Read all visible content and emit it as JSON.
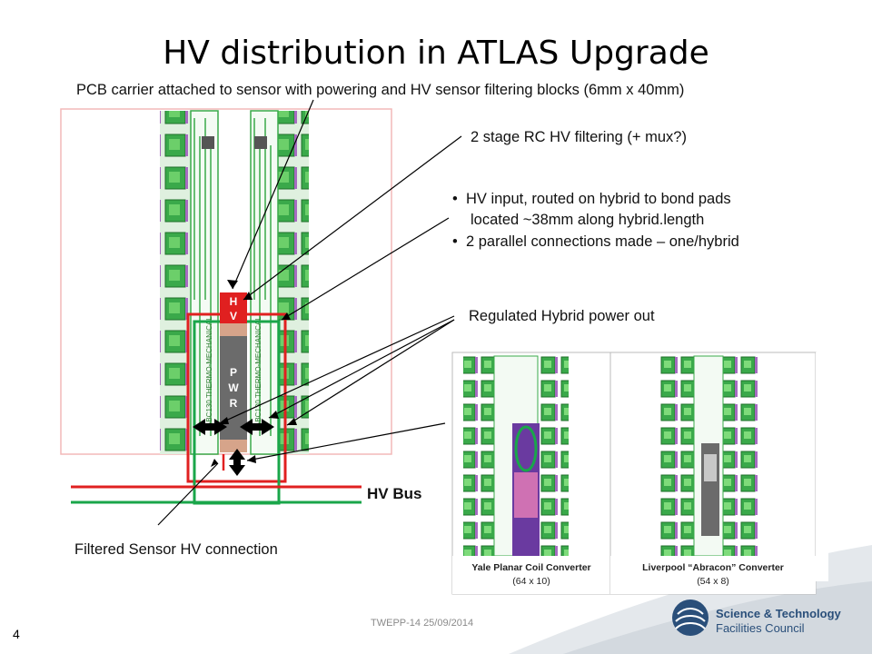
{
  "slide": {
    "title": "HV distribution in ATLAS Upgrade",
    "page_number": "4",
    "footer": "TWEPP-14 25/09/2014"
  },
  "captions": {
    "pcb_carrier": "PCB carrier attached to sensor with powering and HV sensor filtering blocks (6mm x 40mm)",
    "rc_filter": "2 stage RC HV filtering (+ mux?)",
    "hv_input_1": "HV input, routed on hybrid to bond pads",
    "hv_input_2": "located ~38mm along hybrid.length",
    "parallel": "2 parallel connections made – one/hybrid",
    "regulated": "Regulated Hybrid power out",
    "filtered": "Filtered Sensor HV connection",
    "hv_bus": "HV Bus"
  },
  "diagram": {
    "hv_block": [
      "H",
      "V"
    ],
    "pwr_block": [
      "P",
      "W",
      "R"
    ],
    "vertical_label": "ABC130 THERMO-MECHANICAL"
  },
  "insets": {
    "yale_line1": "Yale Planar Coil Converter",
    "yale_line2": "(64 x 10)",
    "liverpool_line1": "Liverpool “Abracon” Converter",
    "liverpool_line2": "(54 x 8)"
  },
  "logo": {
    "line1": "Science & Technology",
    "line2": "Facilities Council"
  },
  "colors": {
    "pcb_green": "#2e9e3a",
    "pcb_purple": "#9a5bb5",
    "hv_red": "#e02020",
    "bus_green": "#1aa64a",
    "pwr_grey": "#6b6b6b",
    "accent_grey": "#c9ced3"
  }
}
